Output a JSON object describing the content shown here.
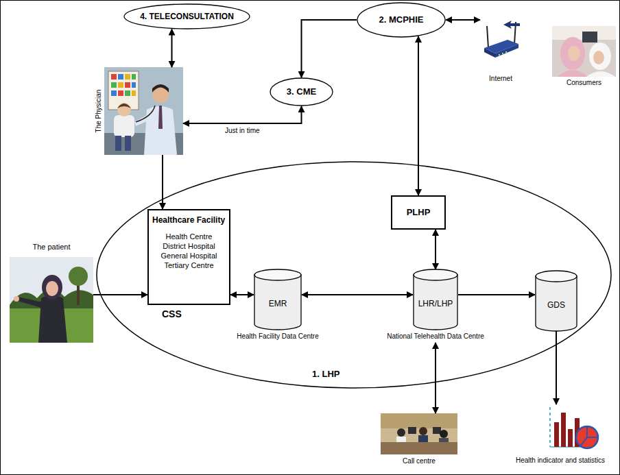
{
  "diagram": {
    "nodes": [
      {
        "text": [
          "4. TELECONSULTATION"
        ]
      },
      {
        "text": [
          "2. MCPHIE"
        ]
      },
      {
        "text": [
          "Internet"
        ]
      },
      {
        "text": [
          "Consumers"
        ]
      },
      {
        "text": [
          "3. CME"
        ]
      },
      {
        "text": [
          "The Physician"
        ]
      },
      {
        "text": [
          "1. LHP"
        ]
      },
      {
        "text": [
          "Healthcare Facility",
          "Health Centre District Hospital General Hospital Tertiary Centre"
        ],
        "in": 6
      },
      {
        "text": [
          "PLHP"
        ],
        "in": 6
      },
      {
        "text": [
          "EMR",
          "Health Facility Data Centre"
        ],
        "in": 6
      },
      {
        "text": [
          "LHR/LHP",
          "National Telehealth Data Centre"
        ],
        "in": 6
      },
      {
        "text": [
          "GDS"
        ],
        "in": 6
      },
      {
        "text": [
          "The patient"
        ]
      },
      {
        "text": [
          "Call centre"
        ]
      },
      {
        "text": [
          "Health indicator and statistics"
        ]
      }
    ],
    "edges": [
      {
        "from": 5,
        "to": 0,
        "arrow": "both"
      },
      {
        "from": 1,
        "to": 4,
        "arrow": "to"
      },
      {
        "from": 5,
        "to": 4,
        "label": "Just in time",
        "arrow": "both"
      },
      {
        "from": 1,
        "to": 2,
        "arrow": "both"
      },
      {
        "from": 1,
        "to": 8,
        "arrow": "both"
      },
      {
        "from": 5,
        "to": 7,
        "arrow": "to"
      },
      {
        "from": 12,
        "to": 7,
        "arrow": "to"
      },
      {
        "from": 7,
        "to": 9,
        "arrow": "both"
      },
      {
        "from": 9,
        "to": 10,
        "arrow": "both"
      },
      {
        "from": 8,
        "to": 10,
        "arrow": "both"
      },
      {
        "from": 10,
        "to": 11,
        "arrow": "to"
      },
      {
        "from": 10,
        "to": 13,
        "arrow": "both"
      },
      {
        "from": 11,
        "to": 14,
        "arrow": "to"
      }
    ],
    "labels": [
      "CSS"
    ]
  }
}
